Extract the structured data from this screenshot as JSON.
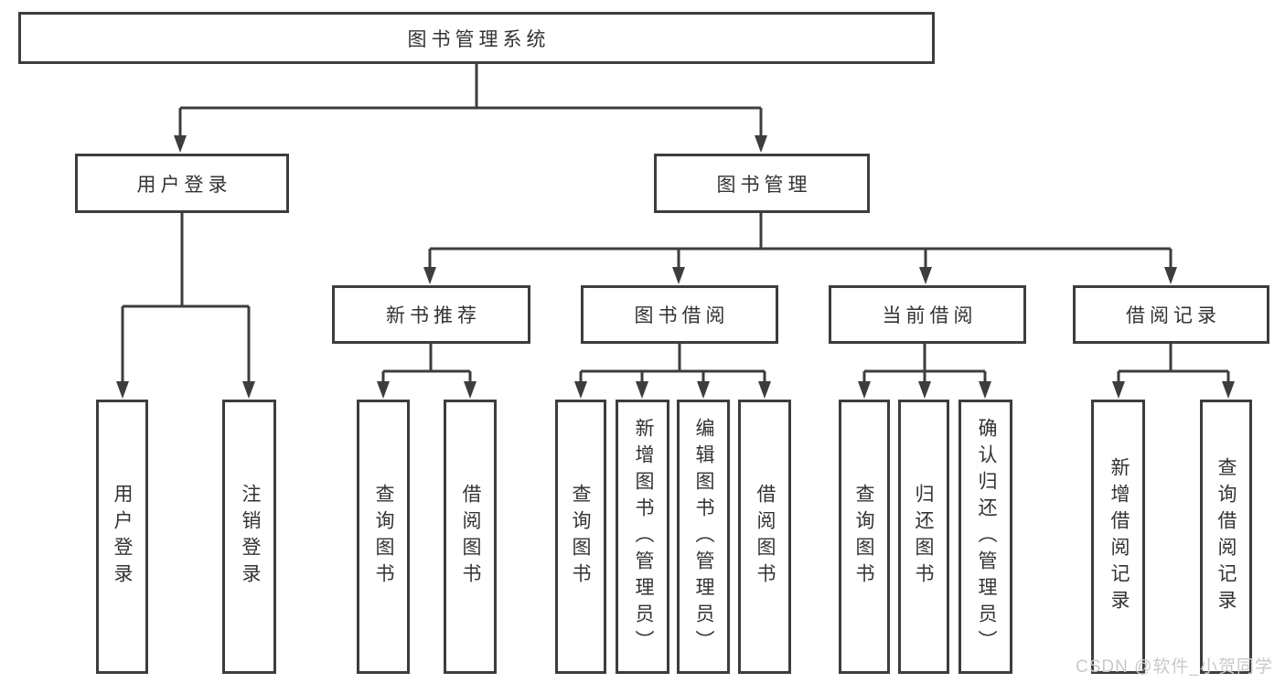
{
  "diagram": {
    "title": "图书管理系统",
    "tree": {
      "root": "图书管理系统",
      "children": [
        {
          "label": "用户登录",
          "children": [
            "用户登录",
            "注销登录"
          ]
        },
        {
          "label": "图书管理",
          "children": [
            {
              "label": "新书推荐",
              "children": [
                "查询图书",
                "借阅图书"
              ]
            },
            {
              "label": "图书借阅",
              "children": [
                "查询图书",
                "新增图书（管理员）",
                "编辑图书（管理员）",
                "借阅图书"
              ]
            },
            {
              "label": "当前借阅",
              "children": [
                "查询图书",
                "归还图书",
                "确认归还（管理员）"
              ]
            },
            {
              "label": "借阅记录",
              "children": [
                "新增借阅记录",
                "查询借阅记录"
              ]
            }
          ]
        }
      ]
    },
    "colors": {
      "line": "#3d3d3d",
      "text": "#333333",
      "background": "#ffffff",
      "watermark_text_color": "#c9c9c9"
    }
  },
  "watermark": {
    "text": "CSDN @软件_小贺同学"
  }
}
